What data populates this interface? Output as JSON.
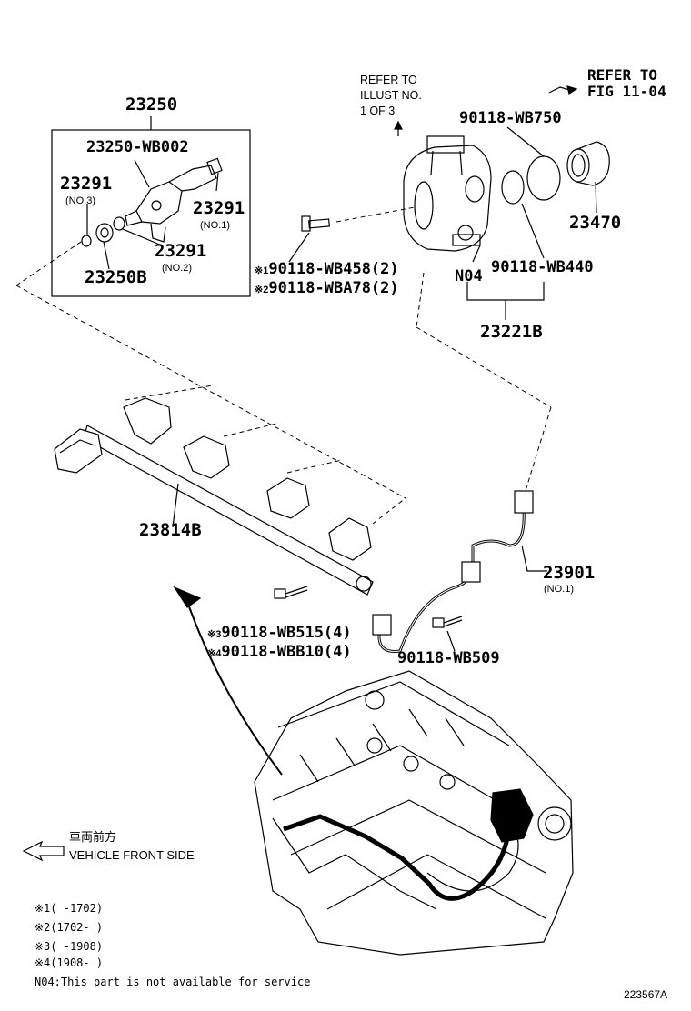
{
  "diagram_id": "223567A",
  "assembly_box": {
    "title": "23250",
    "injector": "23250-WB002",
    "oring_no3": "23291",
    "oring_no3_sub": "(NO.3)",
    "oring_no1": "23291",
    "oring_no1_sub": "(NO.1)",
    "oring_no2": "23291",
    "oring_no2_sub": "(NO.2)",
    "washer": "23250B"
  },
  "pump": {
    "refer_illust": "REFER TO\nILLUST NO.\n1 OF 3",
    "refer_fig": "REFER TO\nFIG 11-04",
    "oring_top": "90118-WB750",
    "seal_right": "23470",
    "oring_bottom": "90118-WB440",
    "n04": "N04",
    "pump_assy": "23221B",
    "bolt1_mark": "※1",
    "bolt1": "90118-WB458(2)",
    "bolt2_mark": "※2",
    "bolt2": "90118-WBA78(2)"
  },
  "rail": {
    "delivery_pipe": "23814B",
    "bolt3_mark": "※3",
    "bolt3": "90118-WB515(4)",
    "bolt4_mark": "※4",
    "bolt4": "90118-WBB10(4)",
    "pipe_bolt": "90118-WB509",
    "fuel_pipe": "23901",
    "fuel_pipe_sub": "(NO.1)"
  },
  "front": {
    "jp": "車両前方",
    "en": "VEHICLE FRONT SIDE"
  },
  "notes": [
    "※1(     -1702)",
    "※2(1702-     )",
    "※3(     -1908)",
    "※4(1908-     )",
    "N04:This part is not available for service"
  ]
}
